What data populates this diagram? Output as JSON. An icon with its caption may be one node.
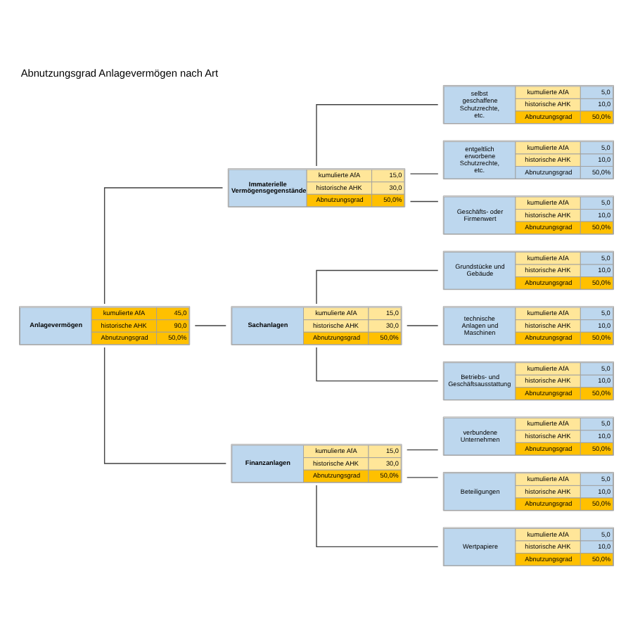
{
  "diagram": {
    "title": "Abnutzungsgrad Anlagevermögen nach Art",
    "nodes": [
      {
        "text": [
          "Anlagevermögen",
          "kumulierte AfA",
          "45,0",
          "historische AHK",
          "90,0",
          "Abnutzungsgrad",
          "50,0%"
        ]
      },
      {
        "text": [
          "Immaterielle Vermögensgegenstände",
          "kumulierte AfA",
          "15,0",
          "historische AHK",
          "30,0",
          "Abnutzungsgrad",
          "50,0%"
        ]
      },
      {
        "text": [
          "selbst geschaffene Schutzrechte, etc.",
          "kumulierte AfA",
          "5,0",
          "historische AHK",
          "10,0",
          "Abnutzungsgrad",
          "50,0%"
        ]
      },
      {
        "text": [
          "entgeltlich erworbene Schutzrechte, etc.",
          "kumulierte AfA",
          "5,0",
          "historische AHK",
          "10,0",
          "Abnutzungsgrad",
          "50,0%"
        ]
      },
      {
        "text": [
          "Geschäfts- oder Firmenwert",
          "kumulierte AfA",
          "5,0",
          "historische AHK",
          "10,0",
          "Abnutzungsgrad",
          "50,0%"
        ]
      },
      {
        "text": [
          "Sachanlagen",
          "kumulierte AfA",
          "15,0",
          "historische AHK",
          "30,0",
          "Abnutzungsgrad",
          "50,0%"
        ]
      },
      {
        "text": [
          "Grundstücke und Gebäude",
          "kumulierte AfA",
          "5,0",
          "historische AHK",
          "10,0",
          "Abnutzungsgrad",
          "50,0%"
        ]
      },
      {
        "text": [
          "technische Anlagen und Maschinen",
          "kumulierte AfA",
          "5,0",
          "historische AHK",
          "10,0",
          "Abnutzungsgrad",
          "50,0%"
        ]
      },
      {
        "text": [
          "Betriebs- und Geschäftsausstattung",
          "kumulierte AfA",
          "5,0",
          "historische AHK",
          "10,0",
          "Abnutzungsgrad",
          "50,0%"
        ]
      },
      {
        "text": [
          "Finanzanlagen",
          "kumulierte AfA",
          "15,0",
          "historische AHK",
          "30,0",
          "Abnutzungsgrad",
          "50,0%"
        ]
      },
      {
        "text": [
          "verbundene Unternehmen",
          "kumulierte AfA",
          "5,0",
          "historische AHK",
          "10,0",
          "Abnutzungsgrad",
          "50,0%"
        ]
      },
      {
        "text": [
          "Beteiligungen",
          "kumulierte AfA",
          "5,0",
          "historische AHK",
          "10,0",
          "Abnutzungsgrad",
          "50,0%"
        ]
      },
      {
        "text": [
          "Wertpapiere",
          "kumulierte AfA",
          "5,0",
          "historische AHK",
          "10,0",
          "Abnutzungsgrad",
          "50,0%"
        ]
      }
    ],
    "edges": [
      {
        "from": 0,
        "to": 1,
        "arrow": "none"
      },
      {
        "from": 0,
        "to": 5,
        "arrow": "none"
      },
      {
        "from": 0,
        "to": 9,
        "arrow": "none"
      },
      {
        "from": 1,
        "to": 2,
        "arrow": "none"
      },
      {
        "from": 1,
        "to": 3,
        "arrow": "none"
      },
      {
        "from": 1,
        "to": 4,
        "arrow": "none"
      },
      {
        "from": 5,
        "to": 6,
        "arrow": "none"
      },
      {
        "from": 5,
        "to": 7,
        "arrow": "none"
      },
      {
        "from": 5,
        "to": 8,
        "arrow": "none"
      },
      {
        "from": 9,
        "to": 10,
        "arrow": "none"
      },
      {
        "from": 9,
        "to": 11,
        "arrow": "none"
      },
      {
        "from": 9,
        "to": 12,
        "arrow": "none"
      }
    ]
  }
}
